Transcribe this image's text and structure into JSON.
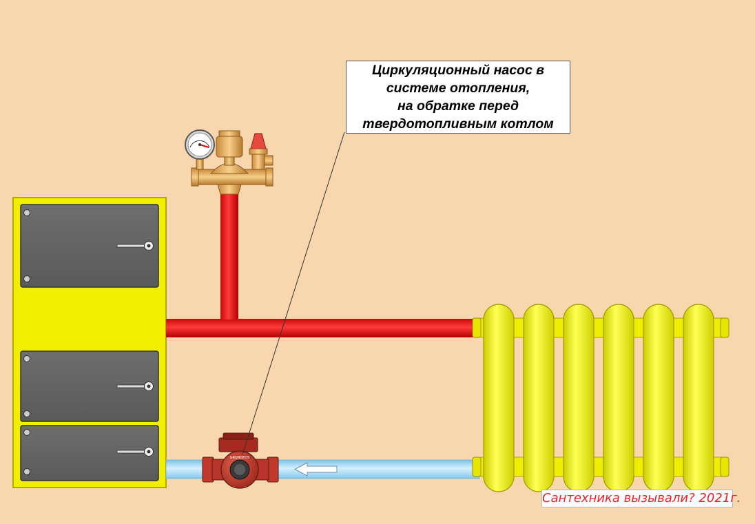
{
  "callout": {
    "lines": [
      "Циркуляционный насос в",
      "системе отопления,",
      "на обратке перед",
      "твердотопливным котлом"
    ]
  },
  "watermark": {
    "text": "Сантехника вызывали? 2021г."
  },
  "pump": {
    "brand": "GRUNDFOS"
  },
  "colors": {
    "background": "#f8d7ae",
    "supply_pipe": "#ee1c1c",
    "return_pipe": "#a6dcf8",
    "boiler": "#f2ee00",
    "radiator": "#ffff33",
    "door": "#666666",
    "pump": "#c1392b",
    "watermark_text": "#e8232a"
  },
  "icons": [
    "pressure-gauge-icon",
    "air-vent-icon",
    "safety-valve-icon",
    "flow-arrow-icon"
  ]
}
